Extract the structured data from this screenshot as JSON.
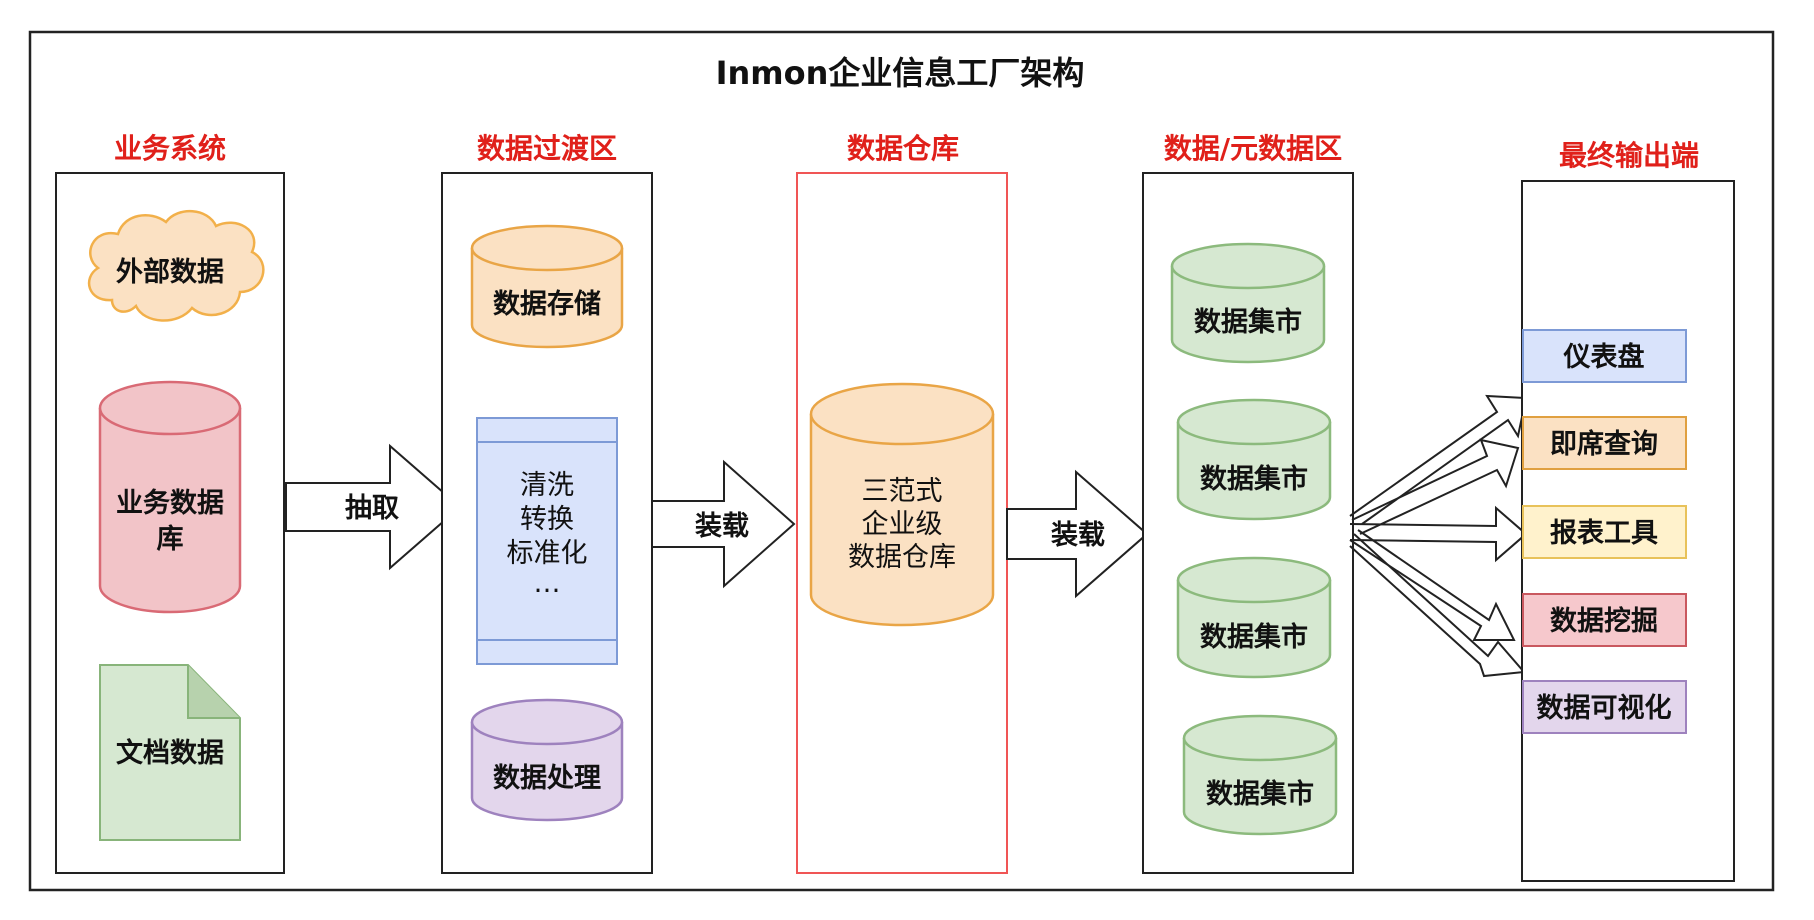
{
  "title": "Inmon企业信息工厂架构",
  "colors": {
    "section_title": "#e0201a",
    "frame": "#222222",
    "warehouse_border": "#f05555",
    "cloud": "#fbe1c3",
    "cloud_border": "#f2b04a",
    "db_red": "#f2c4c8",
    "db_red_border": "#d96a75",
    "doc_green": "#d6e8d1",
    "doc_green_border": "#88b47a",
    "cyl_orange": "#fbe1c3",
    "cyl_orange_border": "#e9a546",
    "box_blue": "#d9e3fb",
    "box_blue_border": "#7d9ad6",
    "cyl_purple": "#e3d6ec",
    "cyl_purple_border": "#9e82be",
    "cyl_green": "#d6e8d1",
    "cyl_green_border": "#8cba7d",
    "out_blue": "#d9e3fb",
    "out_blue_border": "#7d9ad6",
    "out_orange": "#fbe1c3",
    "out_orange_border": "#e0a040",
    "out_yellow": "#fff2cc",
    "out_yellow_border": "#e8c25a",
    "out_red": "#f6c8cc",
    "out_red_border": "#c9585f",
    "out_purple": "#e3d6ec",
    "out_purple_border": "#9e82be"
  },
  "sections": {
    "business": {
      "title": "业务系统",
      "external_data": "外部数据",
      "business_db": [
        "业务数据",
        "库"
      ],
      "doc_data": "文档数据"
    },
    "staging": {
      "title": "数据过渡区",
      "storage": "数据存储",
      "process_lines": [
        "清洗",
        "转换",
        "标准化",
        "…"
      ],
      "processing": "数据处理"
    },
    "warehouse": {
      "title": "数据仓库",
      "core_lines": [
        "三范式",
        "企业级",
        "数据仓库"
      ]
    },
    "marts": {
      "title": "数据/元数据区",
      "items": [
        "数据集市",
        "数据集市",
        "数据集市",
        "数据集市"
      ]
    },
    "outputs": {
      "title": "最终输出端",
      "items": [
        "仪表盘",
        "即席查询",
        "报表工具",
        "数据挖掘",
        "数据可视化"
      ]
    }
  },
  "arrows": {
    "extract": "抽取",
    "load1": "装载",
    "load2": "装载"
  },
  "icons": [
    "cloud-shape",
    "cylinder-shape",
    "document-shape",
    "block-arrow",
    "fan-out-arrow"
  ]
}
